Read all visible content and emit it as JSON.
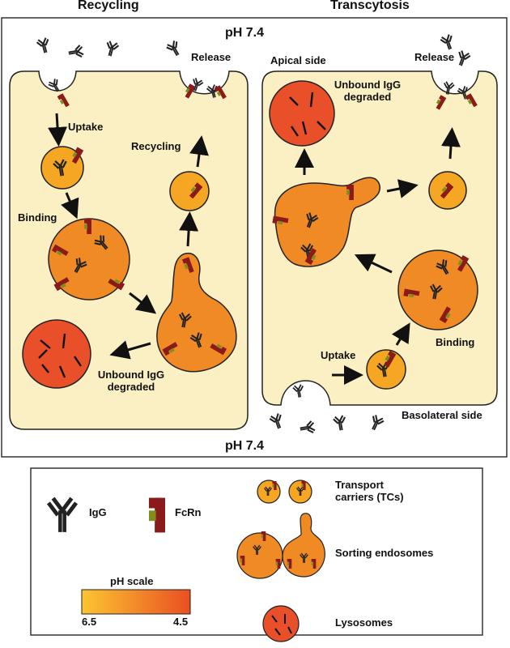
{
  "colors": {
    "cell": "#fbefc4",
    "outline": "#222222",
    "carrier": "#f5a623",
    "endosome": "#f08a24",
    "lysosome": "#e9502a",
    "fcrn_red": "#8b1a1a",
    "fcrn_green": "#7f8f1e",
    "ph_scale_start": "#fbc531",
    "ph_scale_end": "#ea4f22"
  },
  "titles": {
    "recycling": "Recycling",
    "transcytosis": "Transcytosis"
  },
  "ph": {
    "top": "pH 7.4",
    "bottom": "pH 7.4"
  },
  "recycling": {
    "uptake": "Uptake",
    "binding": "Binding",
    "recycling": "Recycling",
    "release": "Release",
    "degraded_1": "Unbound IgG",
    "degraded_2": "degraded"
  },
  "transcytosis": {
    "apical": "Apical side",
    "release": "Release",
    "degraded_1": "Unbound IgG",
    "degraded_2": "degraded",
    "binding": "Binding",
    "uptake": "Uptake",
    "basolateral": "Basolateral side"
  },
  "legend": {
    "igg": "IgG",
    "fcrn": "FcRn",
    "ph_scale_title": "pH scale",
    "ph_scale_low": "6.5",
    "ph_scale_high": "4.5",
    "tcs_1": "Transport",
    "tcs_2": "carriers (TCs)",
    "sorting": "Sorting endosomes",
    "lysosomes": "Lysosomes"
  }
}
